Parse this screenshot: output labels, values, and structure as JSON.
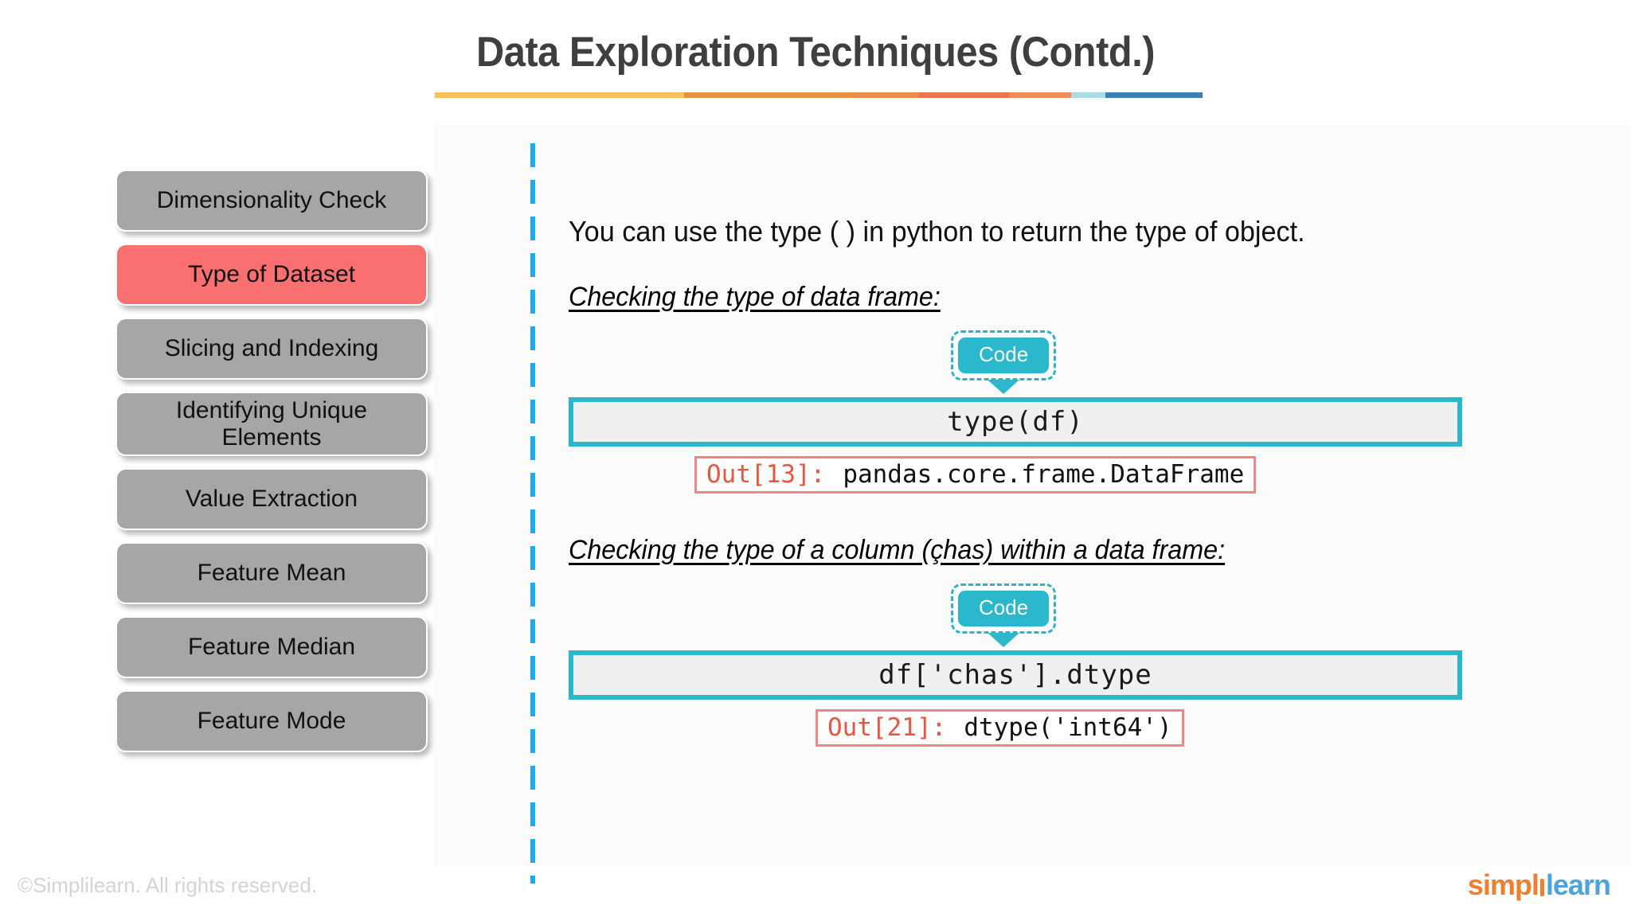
{
  "slide": {
    "title": "Data Exploration Techniques (Contd.)",
    "accent_rule": [
      {
        "color": "#f6c358",
        "width": 22
      },
      {
        "color": "#f5c35a",
        "width": 14
      },
      {
        "color": "#e8913c",
        "width": 24
      },
      {
        "color": "#ef8b4b",
        "width": 10
      },
      {
        "color": "#ee7254",
        "width": 13
      },
      {
        "color": "#f18b5c",
        "width": 9
      },
      {
        "color": "#a9dce6",
        "width": 5
      },
      {
        "color": "#3d7fb5",
        "width": 14
      }
    ],
    "divider_color": "#25a8e8",
    "panel_color": "#fbfbfb"
  },
  "sidebar": {
    "active_color": "#fa7070",
    "inactive_color": "#a6a6a6",
    "items": [
      {
        "label": "Dimensionality Check",
        "active": false,
        "lines": 1
      },
      {
        "label": "Type of Dataset",
        "active": true,
        "lines": 1
      },
      {
        "label": "Slicing and Indexing",
        "active": false,
        "lines": 1
      },
      {
        "label": "Identifying Unique Elements",
        "active": false,
        "lines": 2
      },
      {
        "label": "Value Extraction",
        "active": false,
        "lines": 1
      },
      {
        "label": "Feature Mean",
        "active": false,
        "lines": 1
      },
      {
        "label": "Feature Median",
        "active": false,
        "lines": 1
      },
      {
        "label": "Feature Mode",
        "active": false,
        "lines": 1
      }
    ]
  },
  "main": {
    "lead": "You can use the type ( ) in python to return the type of object.",
    "sections": [
      {
        "heading": "Checking the type of data frame:",
        "badge": "Code",
        "code": "type(df)",
        "out_label": "Out[13]:",
        "out_value": "pandas.core.frame.DataFrame"
      },
      {
        "heading": "Checking the type of a column (çhas) within a data frame:",
        "badge": "Code",
        "code": "df['chas'].dtype",
        "out_label": "Out[21]:",
        "out_value": "dtype('int64')"
      }
    ],
    "code_border_color": "#2bb8cc",
    "out_border_color": "#ef8686",
    "out_label_color": "#e8563f"
  },
  "footer": {
    "copyright": "©Simplilearn. All rights reserved.",
    "logo": {
      "part1": "simpl",
      "part2": "learn",
      "color1": "#ef7e2d",
      "color2": "#4ea3dd"
    }
  }
}
